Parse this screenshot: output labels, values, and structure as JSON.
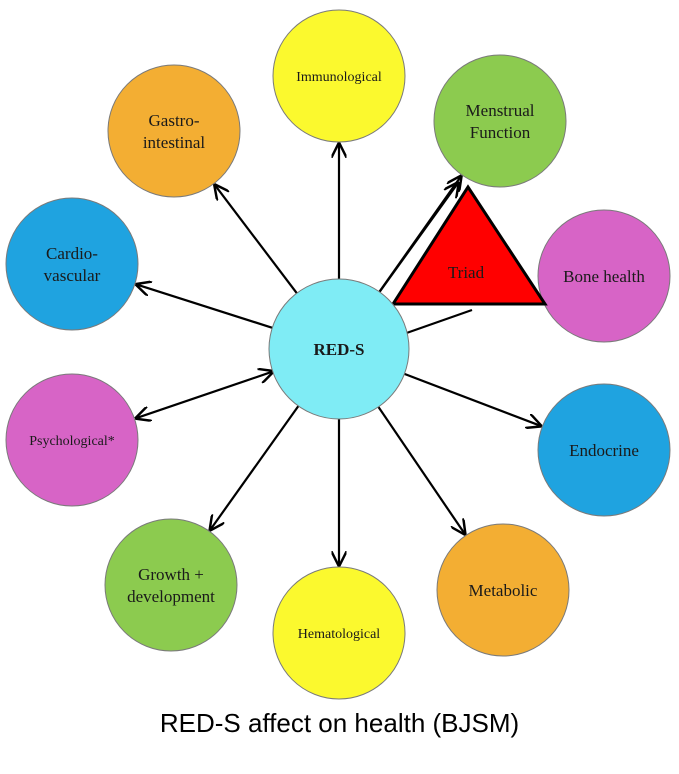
{
  "center": {
    "label": "RED-S",
    "color": "#7fecf5"
  },
  "triad": {
    "label": "Triad",
    "color": "#ff0000"
  },
  "nodes": [
    {
      "id": "immunological",
      "lines": [
        "Immunological"
      ],
      "color": "#fbf92e",
      "arrow": "out"
    },
    {
      "id": "menstrual-function",
      "lines": [
        "Menstrual",
        "Function"
      ],
      "color": "#8ccb4f",
      "arrow": "out"
    },
    {
      "id": "bone-health",
      "lines": [
        "Bone health"
      ],
      "color": "#d764c6",
      "arrow": "none"
    },
    {
      "id": "endocrine",
      "lines": [
        "Endocrine"
      ],
      "color": "#1fa3e0",
      "arrow": "out"
    },
    {
      "id": "metabolic",
      "lines": [
        "Metabolic"
      ],
      "color": "#f3ae33",
      "arrow": "out"
    },
    {
      "id": "hematological",
      "lines": [
        "Hematological"
      ],
      "color": "#fbf92e",
      "arrow": "out"
    },
    {
      "id": "growth-development",
      "lines": [
        "Growth +",
        "development"
      ],
      "color": "#8ccb4f",
      "arrow": "out"
    },
    {
      "id": "psychological",
      "lines": [
        "Psychological*"
      ],
      "color": "#d764c6",
      "arrow": "both"
    },
    {
      "id": "cardiovascular",
      "lines": [
        "Cardio-",
        "vascular"
      ],
      "color": "#1fa3e0",
      "arrow": "out"
    },
    {
      "id": "gastrointestinal",
      "lines": [
        "Gastro-",
        "intestinal"
      ],
      "color": "#f3ae33",
      "arrow": "out"
    }
  ],
  "caption": "RED-S affect on health (BJSM)"
}
